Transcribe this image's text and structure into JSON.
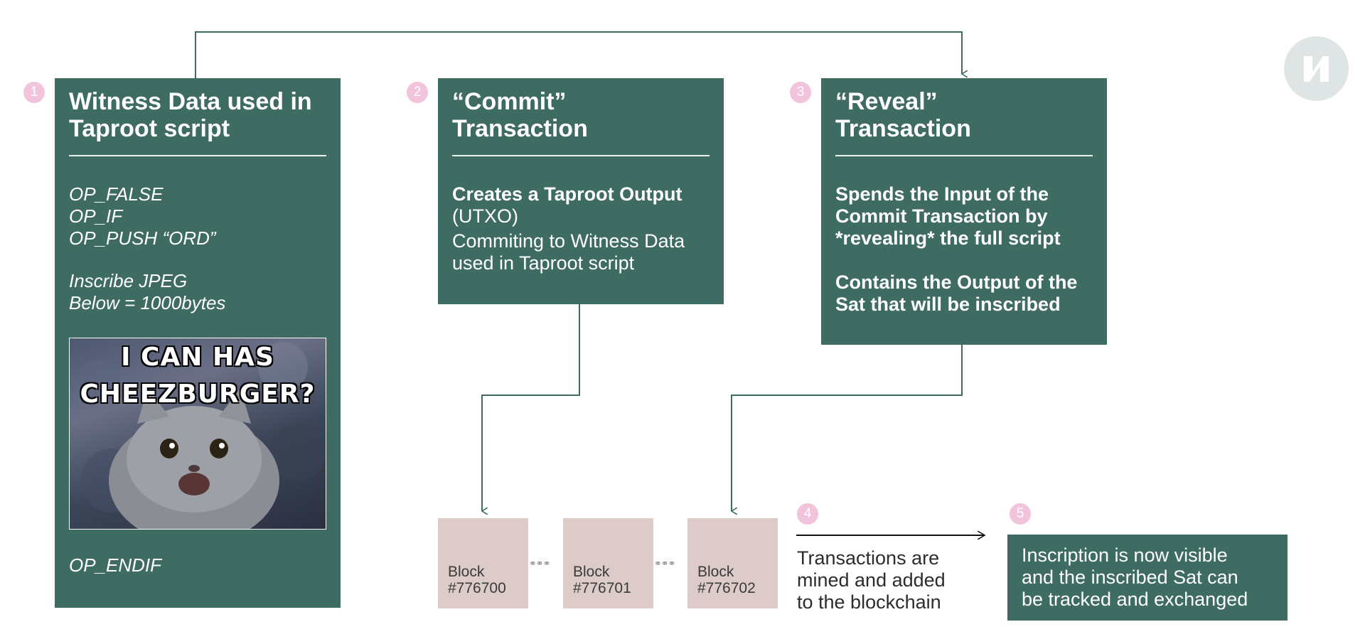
{
  "steps": {
    "s1": {
      "badge": "1",
      "title_line1": "Witness Data used in",
      "title_line2": "Taproot script",
      "code1": "OP_FALSE",
      "code2": "OP_IF",
      "code3": "OP_PUSH “ORD”",
      "note1": "Inscribe JPEG",
      "note2": "Below = 1000bytes",
      "meme_top": "I CAN HAS",
      "meme_bottom": "CHEEZBURGER?",
      "end": "OP_ENDIF"
    },
    "s2": {
      "badge": "2",
      "title_line1": "“Commit”",
      "title_line2": "Transaction",
      "bold1": "Creates a Taproot Output",
      "norm1": "(UTXO)",
      "norm2": "Commiting to Witness Data",
      "norm3": "used in Taproot script"
    },
    "s3": {
      "badge": "3",
      "title_line1": "“Reveal”",
      "title_line2": "Transaction",
      "bold1": "Spends the Input of the",
      "bold2": "Commit Transaction by",
      "bold3": "*revealing* the full script",
      "bold4": "Contains the Output of the",
      "bold5": "Sat that will be inscribed"
    },
    "s4": {
      "badge": "4",
      "line1": "Transactions are",
      "line2": "mined and added",
      "line3": "to the blockchain"
    },
    "s5": {
      "badge": "5",
      "line1": "Inscription is now visible",
      "line2": "and the inscribed Sat can",
      "line3": "be tracked and exchanged"
    }
  },
  "blocks": [
    {
      "label": "Block",
      "number": "#776700"
    },
    {
      "label": "Block",
      "number": "#776701"
    },
    {
      "label": "Block",
      "number": "#776702"
    }
  ],
  "colors": {
    "panel": "#3e6b62",
    "badge": "#f2c4dc",
    "block": "#dccbc9",
    "connector": "#3e6b62"
  },
  "icons": {
    "chain": "chain-link-icon",
    "logo": "n-logo-icon"
  }
}
